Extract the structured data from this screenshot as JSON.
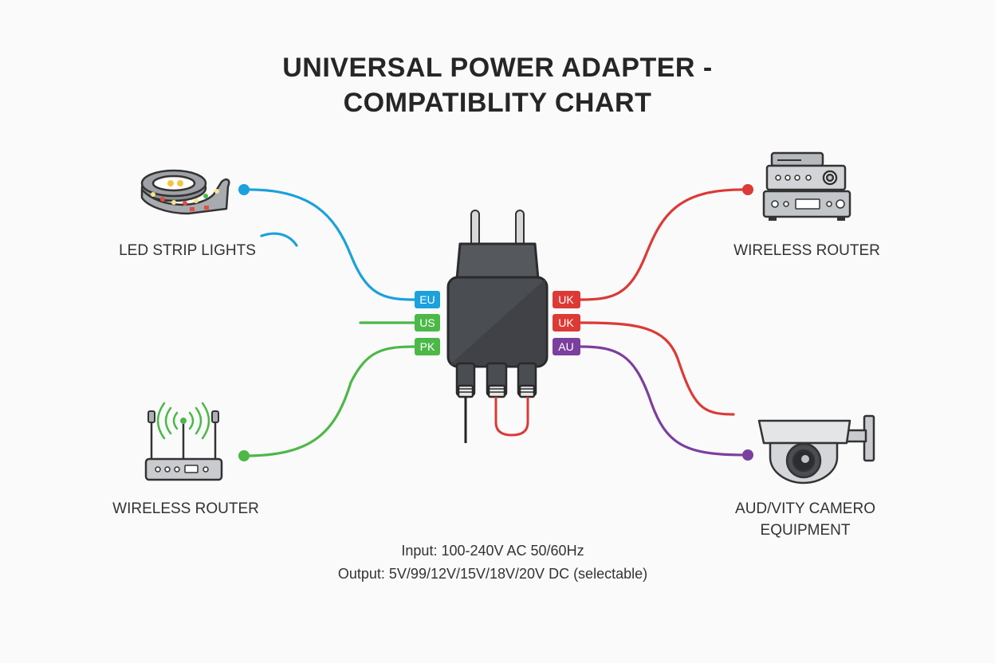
{
  "title": {
    "line1": "UNIVERSAL POWER ADAPTER -",
    "line2": "COMPATIBLITY CHART"
  },
  "devices": {
    "top_left": {
      "label": "LED STRIP LIGHTS",
      "icon": "led-strip-icon"
    },
    "bottom_left": {
      "label": "WIRELESS ROUTER",
      "icon": "wireless-router-icon"
    },
    "top_right": {
      "label": "WIRELESS ROUTER",
      "icon": "audio-receiver-stack-icon"
    },
    "bottom_right": {
      "label_line1": "AUD/VITY CAMERO",
      "label_line2": "EQUIPMENT",
      "icon": "security-camera-icon"
    }
  },
  "plugs": {
    "left": [
      {
        "label": "EU",
        "color": "#1ba1dc"
      },
      {
        "label": "US",
        "color": "#4cb848"
      },
      {
        "label": "PK",
        "color": "#4cb848"
      }
    ],
    "right": [
      {
        "label": "UK",
        "color": "#dc3a36"
      },
      {
        "label": "UK",
        "color": "#dc3a36"
      },
      {
        "label": "AU",
        "color": "#7b3f9e"
      }
    ]
  },
  "specs": {
    "input": "Input: 100-240V AC 50/60Hz",
    "output": "Output:  5V/99/12V/15V/18V/20V DC (selectable)"
  },
  "colors": {
    "blue": "#1ba1dc",
    "green": "#4cb848",
    "red": "#dc3a36",
    "purple": "#7b3f9e",
    "adapter": "#4a4d52"
  }
}
